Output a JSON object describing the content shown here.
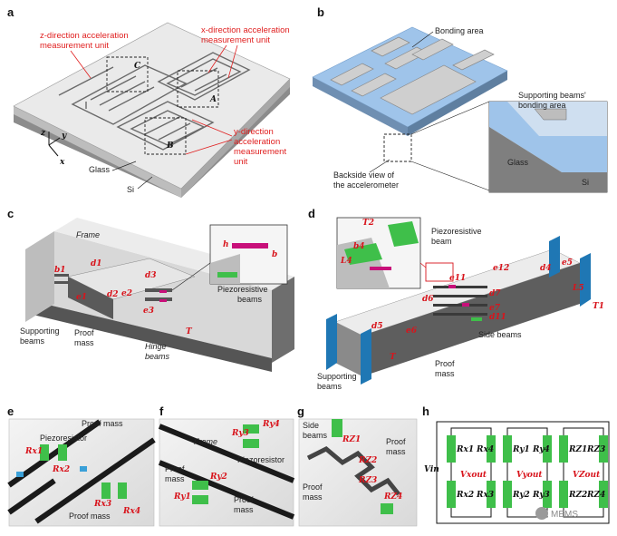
{
  "panels": {
    "a": {
      "label": "a",
      "z_unit": [
        "z-direction acceleration",
        "measurement unit"
      ],
      "x_unit": [
        "x-direction acceleration",
        "measurement unit"
      ],
      "y_unit": [
        "y-direction",
        "acceleration",
        "measurement",
        "unit"
      ],
      "glass": "Glass",
      "si": "Si",
      "box_c": "C",
      "box_a": "A",
      "box_b": "B",
      "axis_z": "z",
      "axis_y": "y",
      "axis_x": "x"
    },
    "b": {
      "label": "b",
      "bonding_area": "Bonding area",
      "support_bond": [
        "Supporting beams'",
        "bonding area"
      ],
      "backside": [
        "Backside view of",
        "the accelerometer"
      ],
      "glass": "Glass",
      "si": "Si"
    },
    "c": {
      "label": "c",
      "frame": "Frame",
      "supporting_beams": [
        "Supporting",
        "beams"
      ],
      "proof_mass": [
        "Proof",
        "mass"
      ],
      "hinge_beams": [
        "Hinge",
        "beams"
      ],
      "piezoresistive_beams": [
        "Piezoresistive",
        "beams"
      ],
      "dims": [
        "b1",
        "d1",
        "e1",
        "d2",
        "e2",
        "d3",
        "e3",
        "T",
        "h",
        "b"
      ]
    },
    "d": {
      "label": "d",
      "t2": "T2",
      "piezo_beam": [
        "Piezoresistive",
        "beam"
      ],
      "supporting_beams": [
        "Supporting",
        "beams"
      ],
      "proof_mass": [
        "Proof",
        "mass"
      ],
      "side_beams": "Side beams",
      "dims": [
        "b4",
        "L4",
        "e12",
        "d4",
        "e5",
        "L5",
        "T1",
        "d5",
        "e6",
        "T",
        "d6",
        "d7",
        "e7",
        "e11",
        "d11"
      ]
    },
    "e": {
      "label": "e",
      "proof_mass_top": "Proof mass",
      "piezoresistor": "Piezoresistor",
      "proof_mass_bottom": "Proof mass",
      "resistors": [
        "Rx1",
        "Rx2",
        "Rx3",
        "Rx4"
      ]
    },
    "f": {
      "label": "f",
      "frame": "Frame",
      "piezoresistor": "Piezoresistor",
      "proof_mass_left": [
        "Proof",
        "mass"
      ],
      "proof_mass_right": [
        "Proof",
        "mass"
      ],
      "resistors": [
        "Ry4",
        "Ry3",
        "Ry2",
        "Ry1"
      ]
    },
    "g": {
      "label": "g",
      "side_beams": [
        "Side",
        "beams"
      ],
      "proof_mass_left": [
        "Proof",
        "mass"
      ],
      "proof_mass_right": [
        "Proof",
        "mass"
      ],
      "resistors": [
        "RZ1",
        "RZ2",
        "RZ3",
        "RZ4"
      ]
    },
    "h": {
      "label": "h",
      "vin": "Vin",
      "bridges": [
        {
          "top_left": "Rx1",
          "top_right": "Rx4",
          "bottom_left": "Rx2",
          "bottom_right": "Rx3",
          "out": "Vxout"
        },
        {
          "top_left": "Ry1",
          "top_right": "Ry4",
          "bottom_left": "Ry2",
          "bottom_right": "Ry3",
          "out": "Vyout"
        },
        {
          "top_left": "RZ1",
          "top_right": "RZ3",
          "bottom_left": "RZ2",
          "bottom_right": "RZ4",
          "out": "VZout"
        }
      ],
      "watermark": "MEMS"
    }
  },
  "colors": {
    "glass": "#9fc4ea",
    "silicon": "#8c8c8c",
    "chip": "#e9e9e9",
    "green": "#3fbf4a",
    "magenta": "#c8107a",
    "blue_support": "#1f77b4",
    "annot": "#d8141c"
  }
}
